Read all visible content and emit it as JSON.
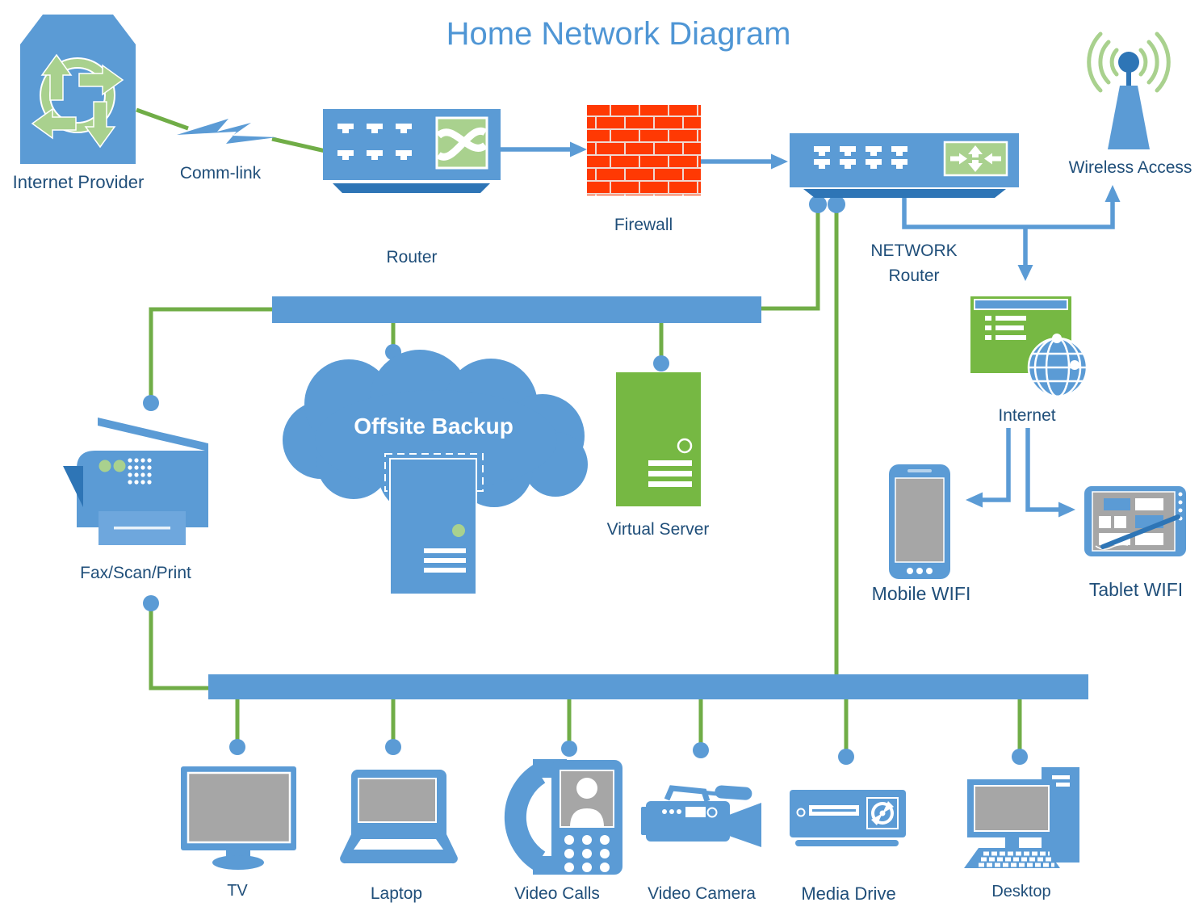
{
  "title": "Home Network Diagram",
  "nodes": {
    "internet_provider": {
      "label": "Internet Provider"
    },
    "comm_link": {
      "label": "Comm-link"
    },
    "router": {
      "label": "Router"
    },
    "firewall": {
      "label": "Firewall"
    },
    "network_router": {
      "label_line1": "NETWORK",
      "label_line2": "Router"
    },
    "wireless_access": {
      "label": "Wireless Access"
    },
    "internet": {
      "label": "Internet"
    },
    "mobile_wifi": {
      "label": "Mobile WIFI"
    },
    "tablet_wifi": {
      "label": "Tablet WIFI"
    },
    "offsite_backup": {
      "label": "Offsite Backup"
    },
    "virtual_server": {
      "label": "Virtual Server"
    },
    "fax_scan_print": {
      "label": "Fax/Scan/Print"
    },
    "tv": {
      "label": "TV"
    },
    "laptop": {
      "label": "Laptop"
    },
    "video_calls": {
      "label": "Video Calls"
    },
    "video_camera": {
      "label": "Video Camera"
    },
    "media_drive": {
      "label": "Media Drive"
    },
    "desktop": {
      "label": "Desktop"
    }
  },
  "connections": [
    {
      "from": "internet_provider",
      "to": "router",
      "via": "comm_link",
      "style": "green"
    },
    {
      "from": "router",
      "to": "firewall",
      "style": "blue-arrow"
    },
    {
      "from": "firewall",
      "to": "network_router",
      "style": "blue-arrow"
    },
    {
      "from": "network_router",
      "to": "wireless_access",
      "style": "blue-arrow"
    },
    {
      "from": "network_router",
      "to": "internet",
      "style": "blue-arrow"
    },
    {
      "from": "internet",
      "to": "mobile_wifi",
      "style": "blue-arrow"
    },
    {
      "from": "internet",
      "to": "tablet_wifi",
      "style": "blue-arrow"
    },
    {
      "from": "network_router",
      "to": "top-bus",
      "style": "green"
    },
    {
      "from": "network_router",
      "to": "bottom-bus",
      "style": "green"
    },
    {
      "from": "top-bus",
      "to": "offsite_backup",
      "style": "green"
    },
    {
      "from": "top-bus",
      "to": "virtual_server",
      "style": "green"
    },
    {
      "from": "top-bus",
      "to": "fax_scan_print",
      "style": "green"
    },
    {
      "from": "fax_scan_print",
      "to": "bottom-bus",
      "style": "green"
    },
    {
      "from": "bottom-bus",
      "to": "tv",
      "style": "green"
    },
    {
      "from": "bottom-bus",
      "to": "laptop",
      "style": "green"
    },
    {
      "from": "bottom-bus",
      "to": "video_calls",
      "style": "green"
    },
    {
      "from": "bottom-bus",
      "to": "video_camera",
      "style": "green"
    },
    {
      "from": "bottom-bus",
      "to": "media_drive",
      "style": "green"
    },
    {
      "from": "bottom-bus",
      "to": "desktop",
      "style": "green"
    }
  ],
  "colors": {
    "primary_blue": "#5B9BD5",
    "dark_blue": "#2E75B6",
    "label_text": "#1F4E79",
    "title_text": "#4F96D5",
    "line_green": "#70AD47",
    "light_green": "#A9D18E",
    "fill_green": "#76B843",
    "firewall_red": "#FF3903",
    "mortar": "#EFD8D0",
    "screen_gray": "#A6A6A6"
  }
}
